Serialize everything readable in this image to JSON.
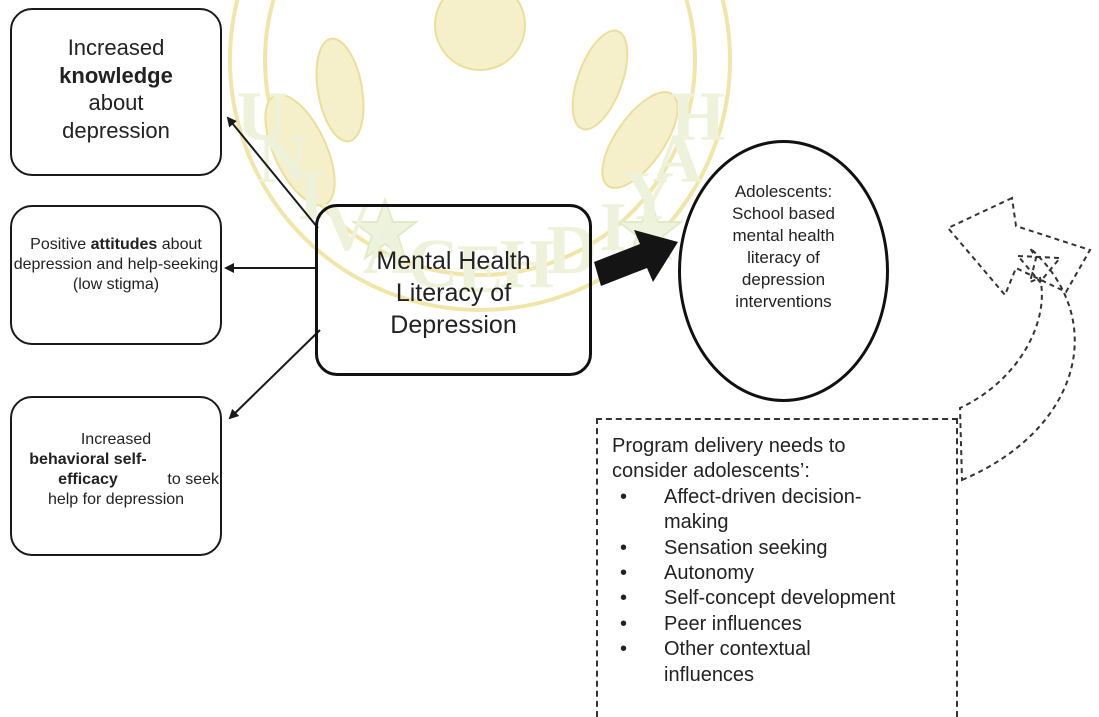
{
  "nodes": {
    "knowledge": {
      "before": "Increased",
      "bold": "knowledge",
      "after": "about depression"
    },
    "attitudes": {
      "before": "Positive",
      "bold": "attitudes",
      "after": "about depression and help-seeking (low stigma)"
    },
    "efficacy": {
      "before": "Increased",
      "bold": "behavioral self-efficacy",
      "after": "to seek help for depression"
    },
    "mhl": {
      "lines": [
        "Mental Health",
        "Literacy of",
        "Depression"
      ]
    },
    "adolescents": {
      "lines": [
        "Adolescents:",
        "School based",
        "mental health",
        "literacy of",
        "depression",
        "interventions"
      ]
    },
    "program": {
      "lines": [
        "Program delivery needs to",
        "consider adolescents’:"
      ],
      "bullet_symbol": "•",
      "items": [
        "Affect-driven decision-making",
        "Sensation seeking",
        "Autonomy",
        "Self-concept development",
        "Peer influences",
        "Other contextual influences"
      ]
    }
  },
  "watermark": {
    "words": [
      "U",
      "N",
      "I",
      "V",
      "A",
      "C",
      "E",
      "H",
      "D",
      "I",
      "Y",
      "A",
      "H"
    ],
    "color": "#d9c54a",
    "green": "#cfe0b0"
  },
  "colors": {
    "stroke": "#1a1a1a",
    "text": "#222222",
    "fat_arrow": "#141414"
  }
}
